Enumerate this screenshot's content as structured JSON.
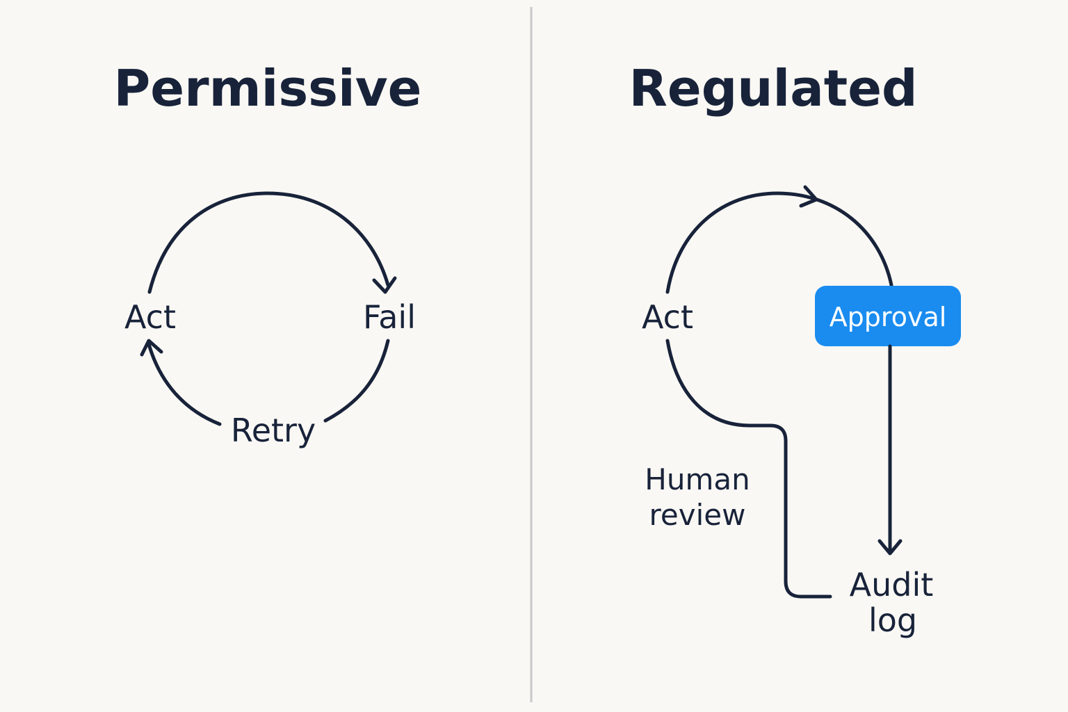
{
  "permissive": {
    "title": "Permissive",
    "nodes": {
      "act": "Act",
      "fail": "Fail",
      "retry": "Retry"
    }
  },
  "regulated": {
    "title": "Regulated",
    "nodes": {
      "act": "Act",
      "approval": "Approval",
      "human_review_line1": "Human",
      "human_review_line2": "review",
      "audit_log_line1": "Audit",
      "audit_log_line2": "log"
    }
  },
  "colors": {
    "background": "#faf8f4",
    "ink": "#18233a",
    "approval_accent": "#1a8cf0",
    "divider": "#c8c8c8"
  }
}
